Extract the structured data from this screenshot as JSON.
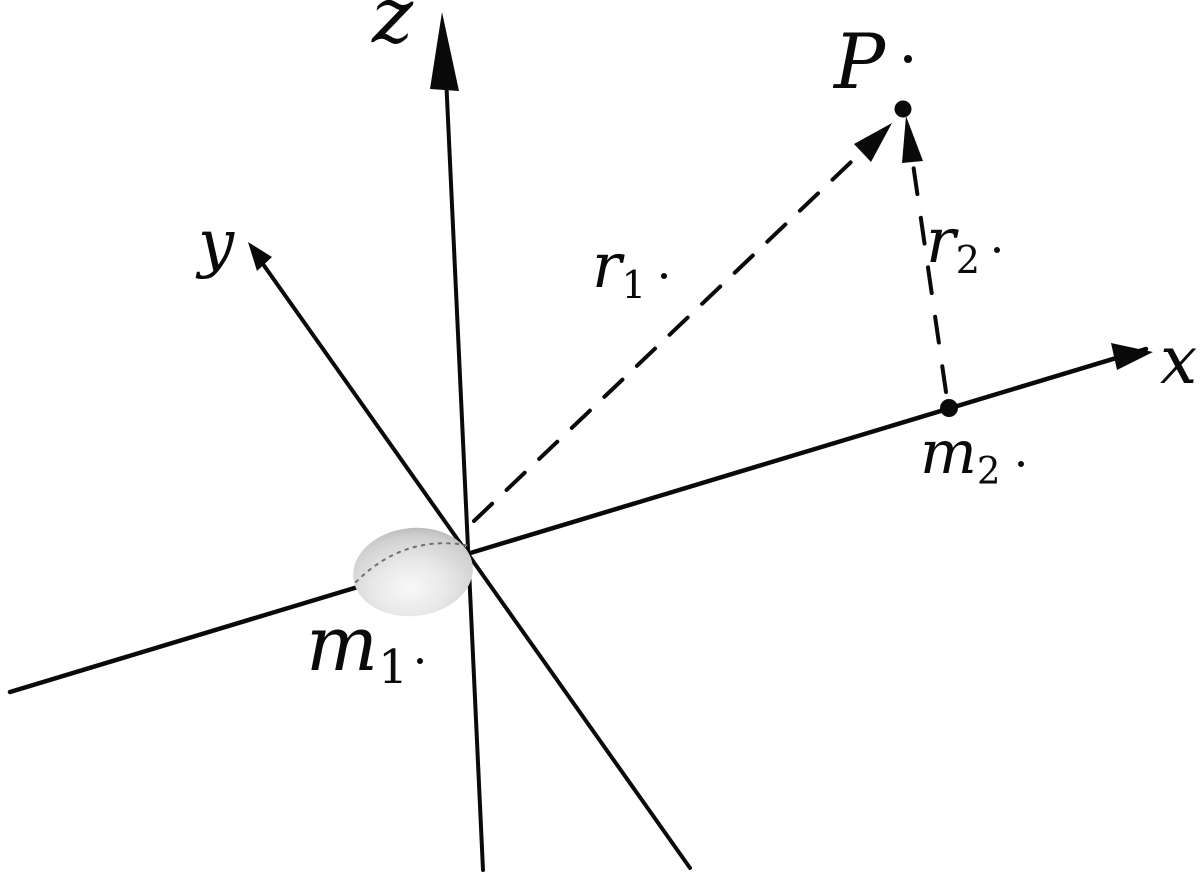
{
  "figure": {
    "description": "3D Cartesian coordinate diagram showing a shaded ellipsoidal mass m1 at the origin, a point mass m2 on the x-axis, and dashed position vectors r1 (from origin to point P) and r2 (from m2 to point P).",
    "background_color": "#ffffff",
    "ink_color": "#0a0a0a",
    "labels": {
      "z": "z",
      "y": "y",
      "x": "x",
      "P": "P",
      "r1_main": "r",
      "r1_sub": "1",
      "r2_main": "r",
      "r2_sub": "2",
      "m1_main": "m",
      "m1_sub": "1",
      "m2_main": "m",
      "m2_sub": "2"
    },
    "axes": [
      {
        "name": "x-axis",
        "label": "x",
        "arrow_end": "upper-right"
      },
      {
        "name": "y-axis",
        "label": "y",
        "arrow_end": "upper-left"
      },
      {
        "name": "z-axis",
        "label": "z",
        "arrow_end": "top"
      }
    ],
    "points": [
      {
        "name": "P",
        "label": "P",
        "marker": "filled-dot"
      },
      {
        "name": "m2",
        "label": "m2",
        "marker": "filled-dot-on-x-axis"
      }
    ],
    "vectors": [
      {
        "name": "r1",
        "label": "r1",
        "from": "origin (m1)",
        "to": "P",
        "style": "dashed-with-arrowhead"
      },
      {
        "name": "r2",
        "label": "r2",
        "from": "m2",
        "to": "P",
        "style": "dashed-with-arrowhead"
      }
    ],
    "masses": [
      {
        "name": "m1",
        "label": "m1",
        "depiction": "shaded gray ellipsoid centered at origin"
      },
      {
        "name": "m2",
        "label": "m2",
        "depiction": "small filled dot on the x-axis"
      }
    ],
    "ellipsoid_colors": {
      "highlight": "#f8f8f8",
      "mid": "#d9d9d9",
      "edge": "#8f8f8f"
    }
  }
}
